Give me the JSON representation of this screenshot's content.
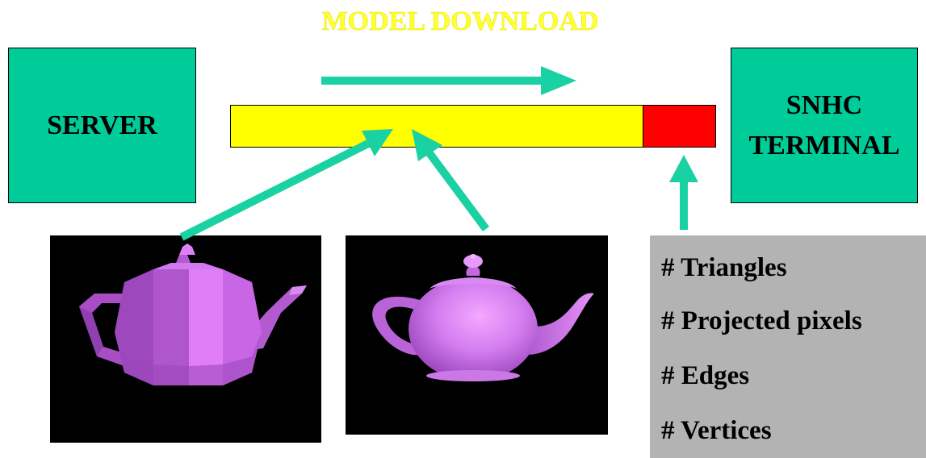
{
  "diagram": {
    "title": "MODEL DOWNLOAD",
    "server_label": "SERVER",
    "terminal_label": "SNHC\nTERMINAL",
    "download_progress": 0.85,
    "metrics": [
      "# Triangles",
      "# Projected pixels",
      "# Edges",
      "# Vertices"
    ],
    "images": [
      {
        "icon": "low-poly-teapot-icon"
      },
      {
        "icon": "smooth-teapot-icon"
      }
    ]
  },
  "colors": {
    "arrow": "#1ad1a3",
    "box": "#00cc99",
    "title": "#ffff33",
    "bar_fill": "#ffff00",
    "bar_remaining": "#ff0000",
    "metrics_panel": "#b3b3b3",
    "teapot": "#cc66e6"
  }
}
